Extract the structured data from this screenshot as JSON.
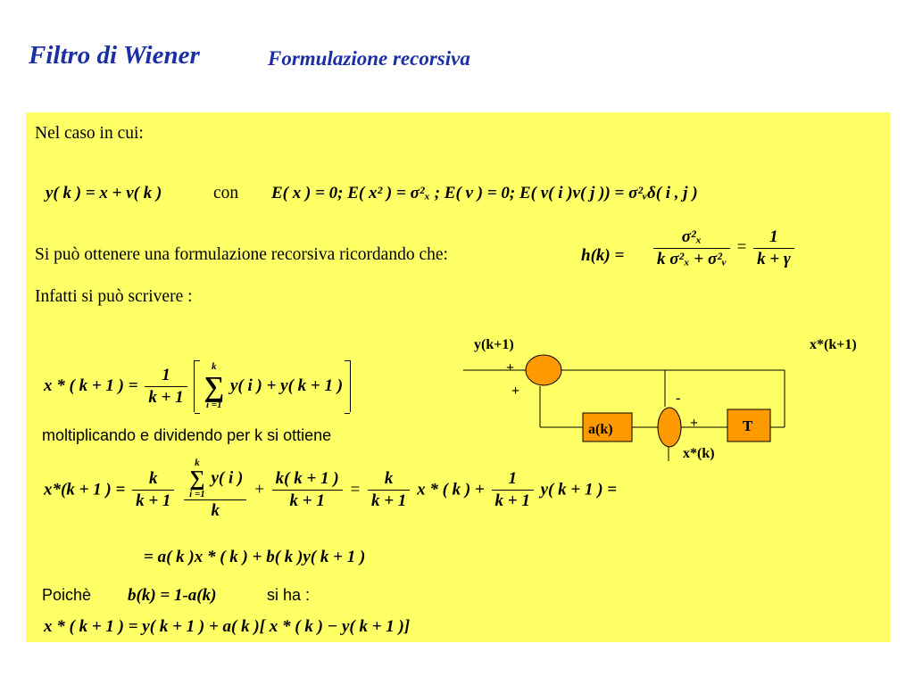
{
  "header": {
    "title": "Filtro di Wiener",
    "subtitle": "Formulazione recorsiva"
  },
  "body": {
    "line1": "Nel caso in cui:",
    "line2": "Si può ottenere una formulazione recorsiva ricordando che:",
    "hk_label": "h(k) =",
    "line3": "Infatti si può scrivere :",
    "line4": "moltiplicando e dividendo per k si ottiene",
    "poiche": "Poichè",
    "siha": "si ha :",
    "con": "con"
  },
  "equations": {
    "model": "y( k ) = x + v( k )",
    "stats": "E( x ) = 0;  E( x² ) = σ²ₓ ;  E( v ) = 0;  E( v( i )v( j )) = σ²ᵥδ( i , j )",
    "hk_num": "σ²ₓ",
    "hk_den": "k σ²ₓ + σ²ᵥ",
    "hk_num2": "1",
    "hk_den2": "k + γ",
    "eq1_lhs": "x * ( k + 1 ) =",
    "eq1_frac_num": "1",
    "eq1_frac_den": "k + 1",
    "eq1_sum_top": "k",
    "eq1_sum_bot": "i =1",
    "eq1_inner": "y( i ) + y( k + 1 )",
    "eq2_lhs": "x*(k + 1 ) =",
    "eq2_f1_num": "k",
    "eq2_f1_den": "k + 1",
    "eq2_f2_num": "y( i )",
    "eq2_f2_den": "k",
    "eq2_f3_num": "k( k + 1 )",
    "eq2_f3_den": "k + 1",
    "eq2_f4_num": "k",
    "eq2_f4_den": "k + 1",
    "eq2_mid": "x * ( k ) +",
    "eq2_f5_num": "1",
    "eq2_f5_den": "k + 1",
    "eq2_tail": "y( k + 1 ) =",
    "eq3": "= a( k )x * ( k ) + b( k )y( k + 1 )",
    "bk": "b(k) = 1-a(k)",
    "final": "x * ( k + 1 ) = y( k + 1 ) + a( k )[ x * ( k ) − y( k + 1 )]"
  },
  "diagram": {
    "in_label": "y(k+1)",
    "out_label": "x*(k+1)",
    "ak_label": "a(k)",
    "t_label": "T",
    "xk_label": "x*(k)",
    "plus": "+",
    "minus": "-",
    "colors": {
      "block": "#ff9900",
      "line": "#000000"
    }
  }
}
